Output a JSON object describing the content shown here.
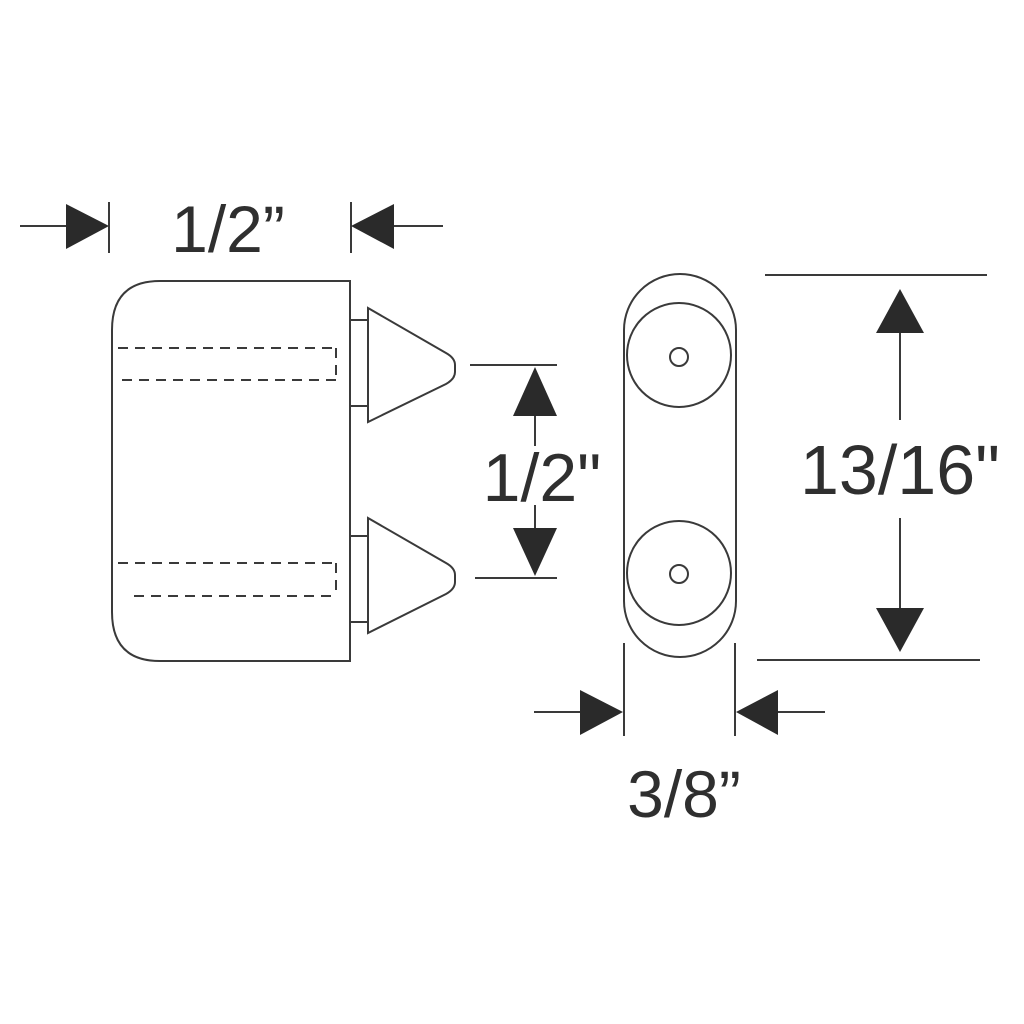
{
  "dimensions": {
    "top_width": "1/2”",
    "peg_spacing": "1/2\"",
    "overall_height": "13/16\"",
    "end_width": "3/8”"
  },
  "colors": {
    "line": "#3a3a3a",
    "arrow": "#2a2a2a",
    "background": "#ffffff"
  }
}
